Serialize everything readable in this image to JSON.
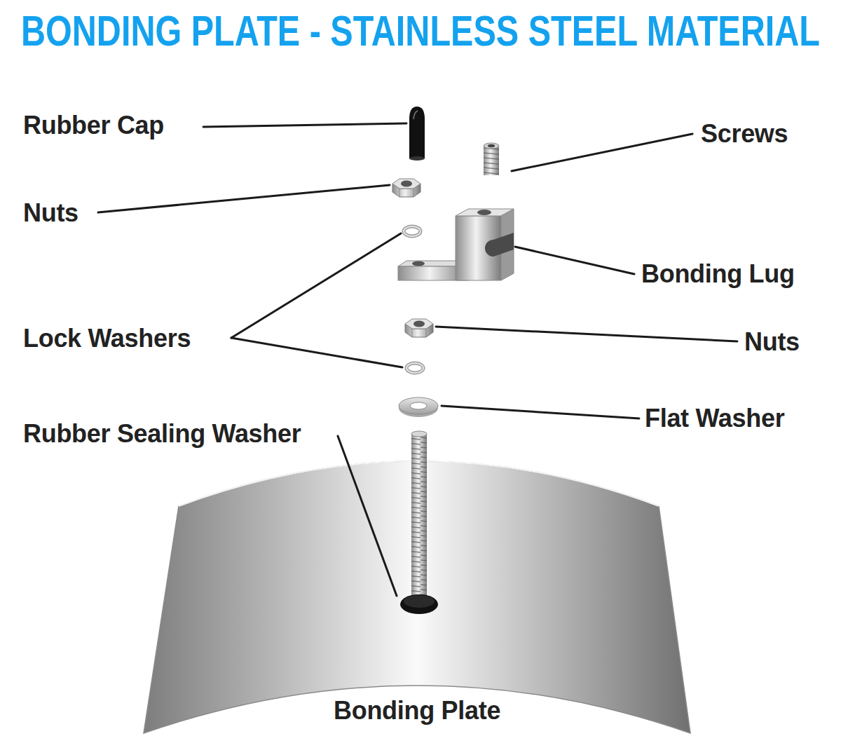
{
  "diagram": {
    "title": "BONDING PLATE - STAINLESS STEEL MATERIAL",
    "labels": [
      "Rubber Cap",
      "Screws",
      "Nuts",
      "Bonding Lug",
      "Lock Washers",
      "Nuts",
      "Flat Washer",
      "Rubber Sealing Washer",
      "Bonding Plate"
    ]
  }
}
